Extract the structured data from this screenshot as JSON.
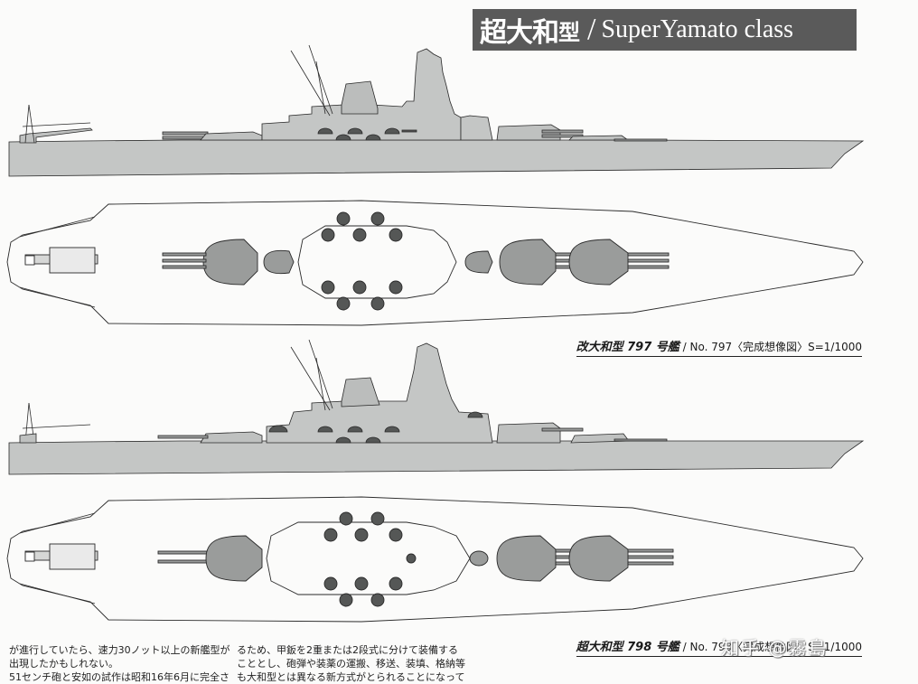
{
  "header": {
    "title_jp": "超大和",
    "title_jp_suffix": "型",
    "separator": "/",
    "title_en": "SuperYamato class"
  },
  "captions": {
    "ship_797": {
      "name_jp": "改大和型 797 号艦",
      "detail": "/ No. 797〈完成想像図〉S=1/1000"
    },
    "ship_798": {
      "name_jp": "超大和型 798 号艦",
      "detail": "/ No. 798〈完成想像図〉S=1/1000"
    }
  },
  "body_text": {
    "col1_line1": "が進行していたら、速力30ノット以上の新艦型が",
    "col1_line2": "出現したかもしれない。",
    "col1_line3": "51センチ砲と安如の試作は昭和16年6月に完全さ",
    "col2_line1": "るため、甲鈑を2重または2段式に分けて装備する",
    "col2_line2": "こととし、砲弾や装薬の運搬、移送、装填、格納等",
    "col2_line3": "も大和型とは異なる新方式がとられることになって"
  },
  "watermark": "知乎 @霧島",
  "colors": {
    "hull": "#c4c6c5",
    "turret": "#9a9c9b",
    "dark_mount": "#555756",
    "outline": "#2a2a2a",
    "banner": "#5a5a5a"
  }
}
